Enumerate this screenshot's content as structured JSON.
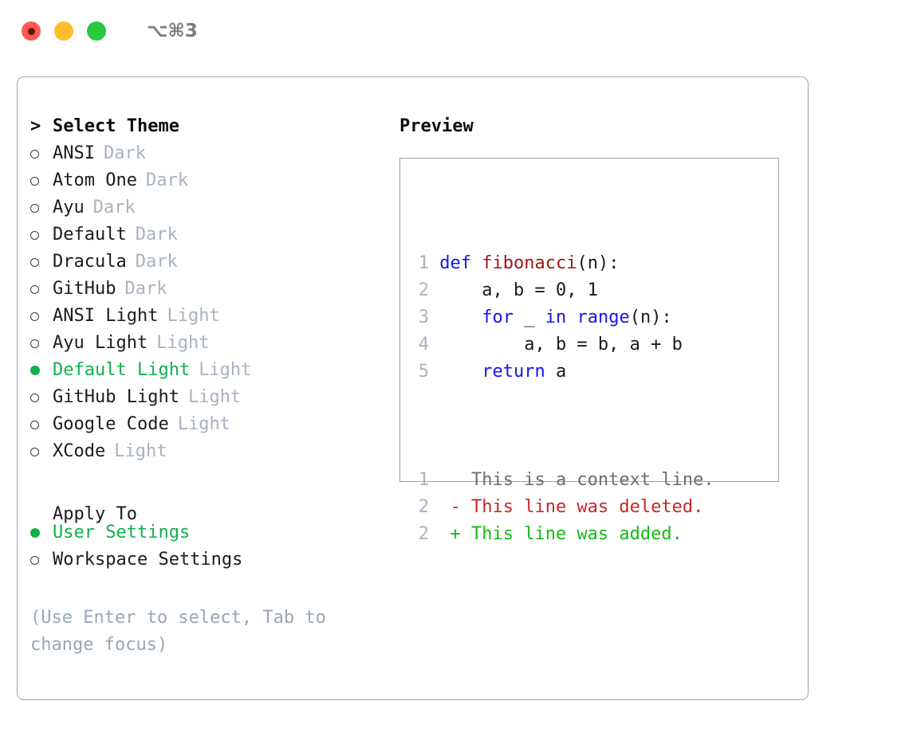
{
  "titlebar": {
    "shortcut": "⌥⌘3",
    "lights": [
      "close-red",
      "minimize-yellow",
      "maximize-green"
    ]
  },
  "left": {
    "header": {
      "caret": ">",
      "label": "Select Theme"
    },
    "themes": [
      {
        "label": "ANSI",
        "tag": "Dark",
        "selected": false
      },
      {
        "label": "Atom One",
        "tag": "Dark",
        "selected": false
      },
      {
        "label": "Ayu",
        "tag": "Dark",
        "selected": false
      },
      {
        "label": "Default",
        "tag": "Dark",
        "selected": false
      },
      {
        "label": "Dracula",
        "tag": "Dark",
        "selected": false
      },
      {
        "label": "GitHub",
        "tag": "Dark",
        "selected": false
      },
      {
        "label": "ANSI Light",
        "tag": "Light",
        "selected": false
      },
      {
        "label": "Ayu Light",
        "tag": "Light",
        "selected": false
      },
      {
        "label": "Default Light",
        "tag": "Light",
        "selected": true
      },
      {
        "label": "GitHub Light",
        "tag": "Light",
        "selected": false
      },
      {
        "label": "Google Code",
        "tag": "Light",
        "selected": false
      },
      {
        "label": "XCode",
        "tag": "Light",
        "selected": false
      }
    ],
    "apply_to": {
      "title": "Apply To",
      "options": [
        {
          "label": "User Settings",
          "selected": true
        },
        {
          "label": "Workspace Settings",
          "selected": false
        }
      ]
    },
    "hint": "(Use Enter to select, Tab to\nchange focus)"
  },
  "right": {
    "title": "Preview",
    "code_lines": [
      {
        "no": "1",
        "tokens": [
          {
            "t": "def ",
            "c": "kw"
          },
          {
            "t": "fibonacci",
            "c": "fn"
          },
          {
            "t": "(n):",
            "c": "pl"
          }
        ]
      },
      {
        "no": "2",
        "tokens": [
          {
            "t": "    a, b = 0, 1",
            "c": "pl"
          }
        ]
      },
      {
        "no": "3",
        "tokens": [
          {
            "t": "    ",
            "c": "pl"
          },
          {
            "t": "for",
            "c": "kw"
          },
          {
            "t": " _ ",
            "c": "pl"
          },
          {
            "t": "in",
            "c": "kw"
          },
          {
            "t": " ",
            "c": "pl"
          },
          {
            "t": "range",
            "c": "kw"
          },
          {
            "t": "(n):",
            "c": "pl"
          }
        ]
      },
      {
        "no": "4",
        "tokens": [
          {
            "t": "        a, b = b, a + b",
            "c": "pl"
          }
        ]
      },
      {
        "no": "5",
        "tokens": [
          {
            "t": "    ",
            "c": "pl"
          },
          {
            "t": "return",
            "c": "kw"
          },
          {
            "t": " a",
            "c": "pl"
          }
        ]
      }
    ],
    "diff_lines": [
      {
        "no": "1",
        "sign": " ",
        "text": "This is a context line.",
        "kind": "ctx"
      },
      {
        "no": "2",
        "sign": "-",
        "text": "This line was deleted.",
        "kind": "del"
      },
      {
        "no": "2",
        "sign": "+",
        "text": "This line was added.",
        "kind": "add"
      }
    ]
  },
  "colors": {
    "accent_green": "#11b14a",
    "border": "#9aa7b6",
    "muted": "#a9b3c0",
    "keyword_blue": "#1515e8",
    "function_red": "#a31515",
    "diff_delete": "#c62828",
    "diff_add": "#15b915"
  }
}
